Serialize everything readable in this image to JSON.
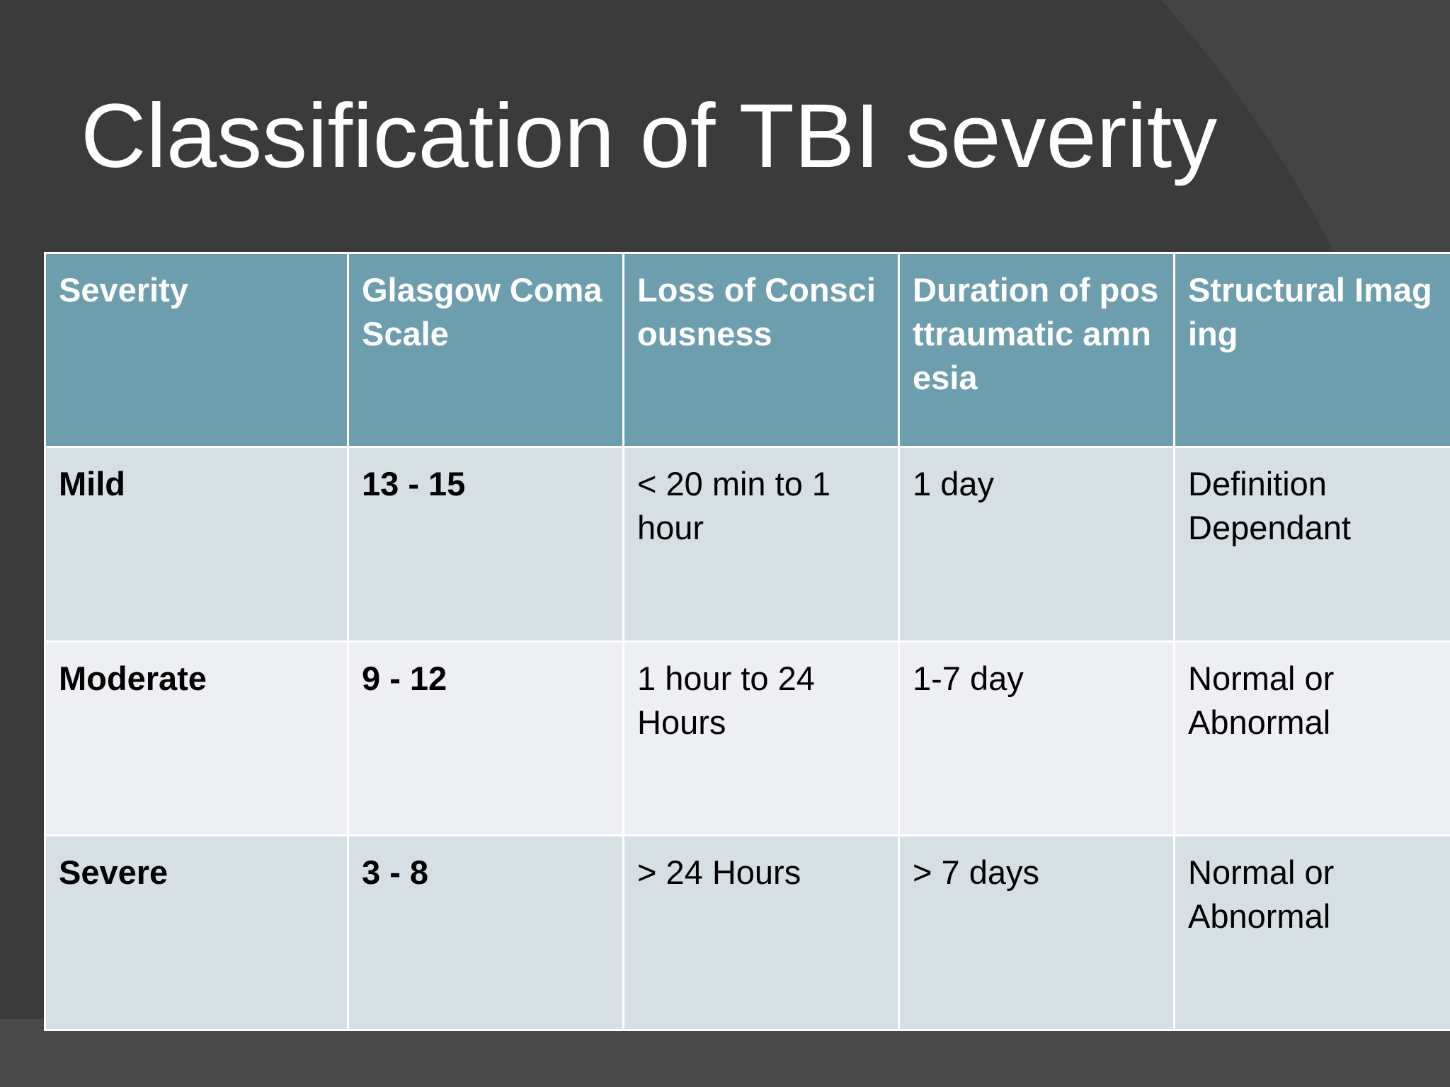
{
  "slide": {
    "title": "Classification of TBI severity"
  },
  "table": {
    "headers": [
      "Severity",
      "Glasgow Coma Scale",
      "Loss of Consciousness",
      "Duration of posttraumatic amnesia",
      "Structural Imaging"
    ],
    "rows": [
      [
        "Mild",
        "13 - 15",
        "< 20 min to 1 hour",
        "1 day",
        "Definition Dependant"
      ],
      [
        "Moderate",
        "9 - 12",
        "1 hour to 24 Hours",
        "1-7 day",
        "Normal or Abnormal"
      ],
      [
        "Severe",
        "3 - 8",
        "> 24 Hours",
        "> 7 days",
        "Normal or Abnormal"
      ]
    ]
  },
  "colors": {
    "background": "#3b3b3b",
    "header": "#6c9eae",
    "row_band_a": "#d6dfe4",
    "row_band_b": "#edeff3",
    "title_text": "#ffffff"
  }
}
